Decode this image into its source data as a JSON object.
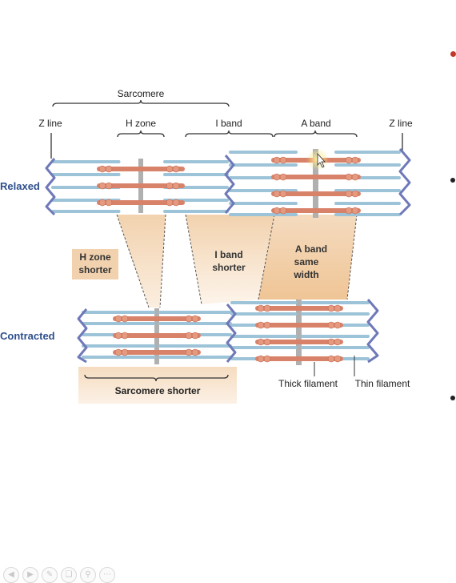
{
  "labels": {
    "sarcomere": "Sarcomere",
    "z_line": "Z line",
    "h_zone": "H zone",
    "i_band": "I band",
    "a_band": "A band",
    "relaxed": "Relaxed",
    "contracted": "Contracted",
    "h_zone_shorter_1": "H zone",
    "h_zone_shorter_2": "shorter",
    "i_band_shorter_1": "I band",
    "i_band_shorter_2": "shorter",
    "a_band_same_1": "A band",
    "a_band_same_2": "same",
    "a_band_same_3": "width",
    "sarcomere_shorter": "Sarcomere shorter",
    "thick_filament": "Thick filament",
    "thin_filament": "Thin filament"
  },
  "colors": {
    "accent_label": "#2e4f8c",
    "thick_filament": "#d9826a",
    "thin_filament": "#9cc3d8",
    "z_line": "#6f79b8",
    "m_line": "#b0b0b0",
    "callout_fill": "#f2d2ae",
    "bullet_red": "#c0392b",
    "bullet_dark": "#222222"
  },
  "toolbar_icons": [
    "back-icon",
    "forward-icon",
    "pen-icon",
    "copy-icon",
    "zoom-icon",
    "more-icon"
  ],
  "cursor": "highlighted-pointer-icon"
}
